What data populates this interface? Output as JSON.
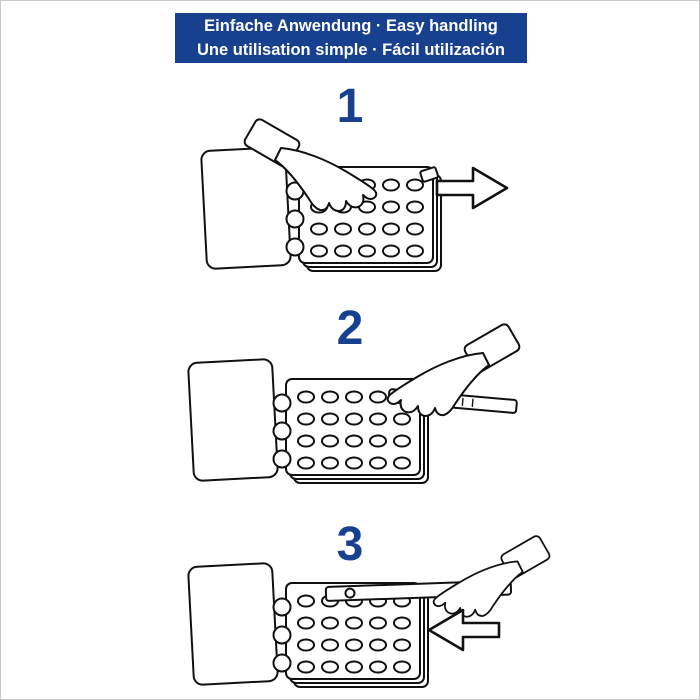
{
  "header": {
    "line1": "Einfache Anwendung · Easy handling",
    "line2": "Une utilisation simple · Fácil utilización",
    "bg_color": "#17408f",
    "text_color": "#ffffff"
  },
  "steps": [
    {
      "number": "1",
      "alt": "hand pressing ring-bound coin album, arrow pointing right"
    },
    {
      "number": "2",
      "alt": "hand inserting strip into album page"
    },
    {
      "number": "3",
      "alt": "hand pulling strip out of album, arrow pointing left"
    }
  ],
  "accent_color": "#17408f",
  "line_color": "#111111"
}
